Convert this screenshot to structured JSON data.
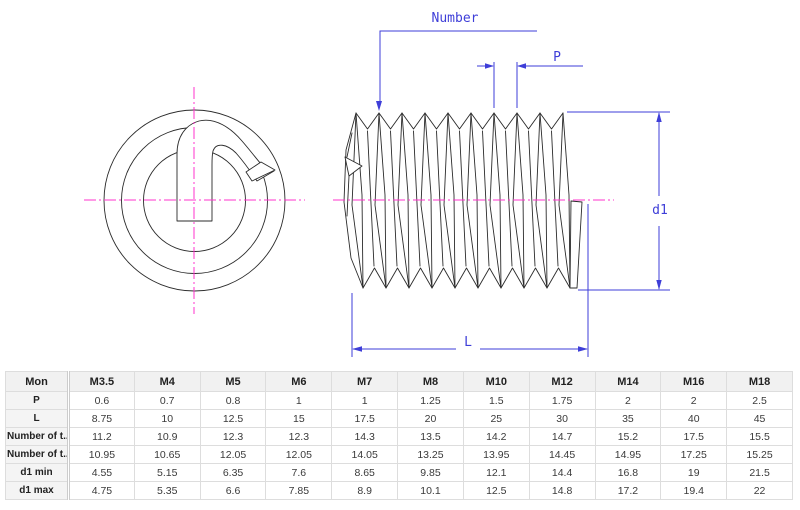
{
  "drawing": {
    "labels": {
      "number": "Number",
      "p": "P",
      "d1": "d1",
      "l": "L"
    },
    "colors": {
      "dimension": "#3e3ed8",
      "centerline": "#ff33cc",
      "part": "#2b2b2b"
    }
  },
  "table": {
    "columns": [
      "Mon",
      "M3.5",
      "M4",
      "M5",
      "M6",
      "M7",
      "M8",
      "M10",
      "M12",
      "M14",
      "M16",
      "M18"
    ],
    "rows": [
      {
        "label": "P",
        "values": [
          "0.6",
          "0.7",
          "0.8",
          "1",
          "1",
          "1.25",
          "1.5",
          "1.75",
          "2",
          "2",
          "2.5"
        ]
      },
      {
        "label": "L",
        "values": [
          "8.75",
          "10",
          "12.5",
          "15",
          "17.5",
          "20",
          "25",
          "30",
          "35",
          "40",
          "45"
        ]
      },
      {
        "label": "Number of t...",
        "values": [
          "11.2",
          "10.9",
          "12.3",
          "12.3",
          "14.3",
          "13.5",
          "14.2",
          "14.7",
          "15.2",
          "17.5",
          "15.5"
        ]
      },
      {
        "label": "Number of t...",
        "values": [
          "10.95",
          "10.65",
          "12.05",
          "12.05",
          "14.05",
          "13.25",
          "13.95",
          "14.45",
          "14.95",
          "17.25",
          "15.25"
        ]
      },
      {
        "label": "d1 min",
        "values": [
          "4.55",
          "5.15",
          "6.35",
          "7.6",
          "8.65",
          "9.85",
          "12.1",
          "14.4",
          "16.8",
          "19",
          "21.5"
        ]
      },
      {
        "label": "d1 max",
        "values": [
          "4.75",
          "5.35",
          "6.6",
          "7.85",
          "8.9",
          "10.1",
          "12.5",
          "14.8",
          "17.2",
          "19.4",
          "22"
        ]
      }
    ]
  }
}
